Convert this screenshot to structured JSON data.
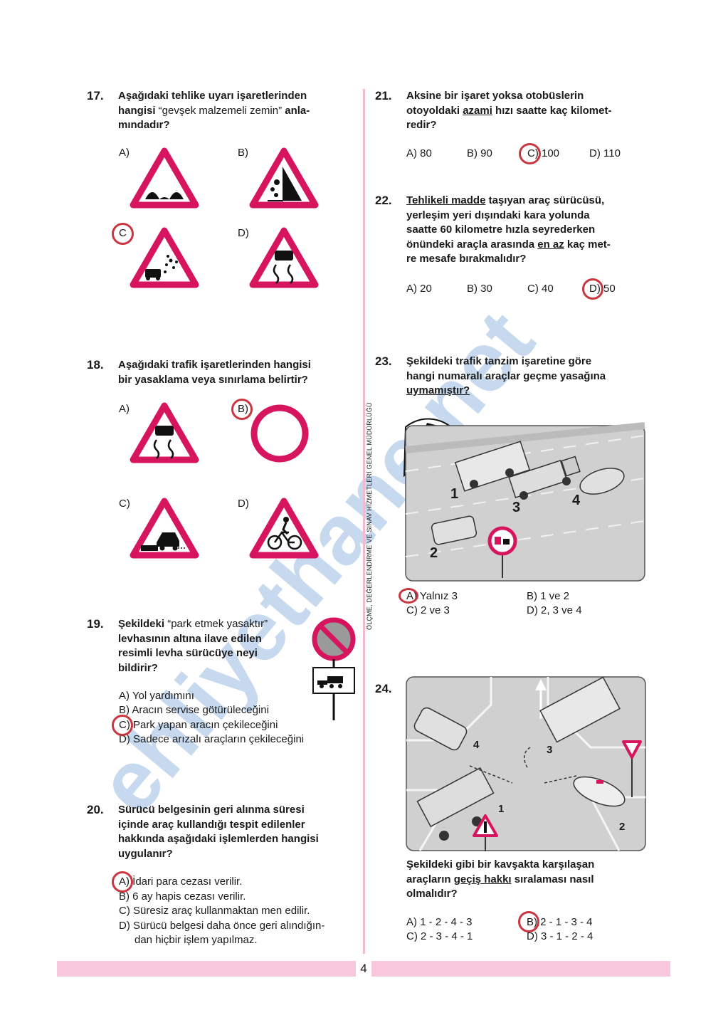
{
  "page_number": "4",
  "vertical_note": "ÖLÇME, DEĞERLENDİRME VE SINAV HİZMETLERİ GENEL MÜDÜRLÜĞÜ",
  "watermark": "ehliyethane.net",
  "colors": {
    "sign_red": "#d6155e",
    "answer_circle": "#c9363f",
    "footer": "#f7c7dd",
    "watermark": "#82aadc"
  },
  "q17": {
    "num": "17.",
    "line1": "Aşağıdaki tehlike uyarı işaretlerinden",
    "l2_bold": "hangisi",
    "l2_normal": " “gevşek malzemeli zemin” ",
    "l2_bold_end": "anla-",
    "line3": "mındadır?",
    "options": [
      "A)",
      "B)",
      "C",
      "D)"
    ],
    "signs": [
      "uneven-road-icon",
      "falling-rocks-icon",
      "loose-gravel-icon",
      "slippery-road-icon"
    ]
  },
  "q18": {
    "num": "18.",
    "line1": "Aşağıdaki trafik işaretlerinden hangisi",
    "line2": "bir yasaklama veya sınırlama belirtir?",
    "options": [
      "A)",
      "B)",
      "C)",
      "D)"
    ],
    "signs": [
      "slippery-road-icon",
      "no-vehicles-icon",
      "road-edge-icon",
      "cyclists-icon"
    ]
  },
  "q19": {
    "num": "19.",
    "l1_bold": "Şekildeki",
    "l1_normal": " “park etmek yasaktır”",
    "line2": "levhasının altına ilave edilen",
    "line3": "resimli levha sürücüye neyi",
    "line4": "bildirir?",
    "options": [
      "A) Yol yardımını",
      "B) Aracın servise götürüleceğini",
      "C) Park yapan aracın çekileceğini",
      "D) Sadece arızalı araçların çekileceğini"
    ]
  },
  "q20": {
    "num": "20.",
    "line1": "Sürücü belgesinin geri alınma süresi",
    "line2": "içinde araç kullandığı tespit edilenler",
    "line3": "hakkında aşağıdaki işlemlerden hangisi",
    "line4": "uygulanır?",
    "options": [
      "A) İdari para cezası verilir.",
      "B) 6 ay hapis cezası verilir.",
      "C) Süresiz araç kullanmaktan men edilir.",
      "D) Sürücü belgesi daha önce geri alındığın-"
    ],
    "option_d_cont": "dan hiçbir işlem yapılmaz."
  },
  "q21": {
    "num": "21.",
    "line1": "Aksine bir işaret yoksa otobüslerin",
    "l2_a": "otoyoldaki ",
    "l2_u": "azami",
    "l2_b": " hızı saatte kaç kilomet-",
    "line3": "redir?",
    "options": [
      "A) 80",
      "B) 90",
      "C) 100",
      "D) 110"
    ]
  },
  "q22": {
    "num": "22.",
    "l1_u": "Tehlikeli madde",
    "l1_b": " taşıyan araç sürücüsü,",
    "line2": "yerleşim yeri dışındaki kara yolunda",
    "line3": "saatte 60 kilometre hızla seyrederken",
    "l4_a": "önündeki araçla arasında ",
    "l4_u": "en az",
    "l4_b": " kaç met-",
    "line5": "re mesafe bırakmalıdır?",
    "options": [
      "A) 20",
      "B) 30",
      "C) 40",
      "D) 50"
    ]
  },
  "q23": {
    "num": "23.",
    "line1": "Şekildeki trafik tanzim işaretine göre",
    "line2": "hangi numaralı araçlar geçme yasağına",
    "line3": "uymamıştır?",
    "vehicle_labels": [
      "1",
      "2",
      "3",
      "4"
    ],
    "options": [
      "A) Yalnız 3",
      "B) 1 ve 2",
      "C) 2 ve 3",
      "D) 2, 3 ve 4"
    ]
  },
  "q24": {
    "num": "24.",
    "line1": "Şekildeki gibi bir kavşakta karşılaşan",
    "l2_a": "araçların ",
    "l2_u": "geçiş hakkı",
    "l2_b": " sıralaması nasıl",
    "line3": "olmalıdır?",
    "vehicle_labels": [
      "1",
      "2",
      "3",
      "4"
    ],
    "options": [
      "A) 1 - 2 - 4 - 3",
      "B) 2 - 1 - 3 - 4",
      "C) 2 - 3 - 4 - 1",
      "D) 3 - 1 - 2 - 4"
    ]
  }
}
